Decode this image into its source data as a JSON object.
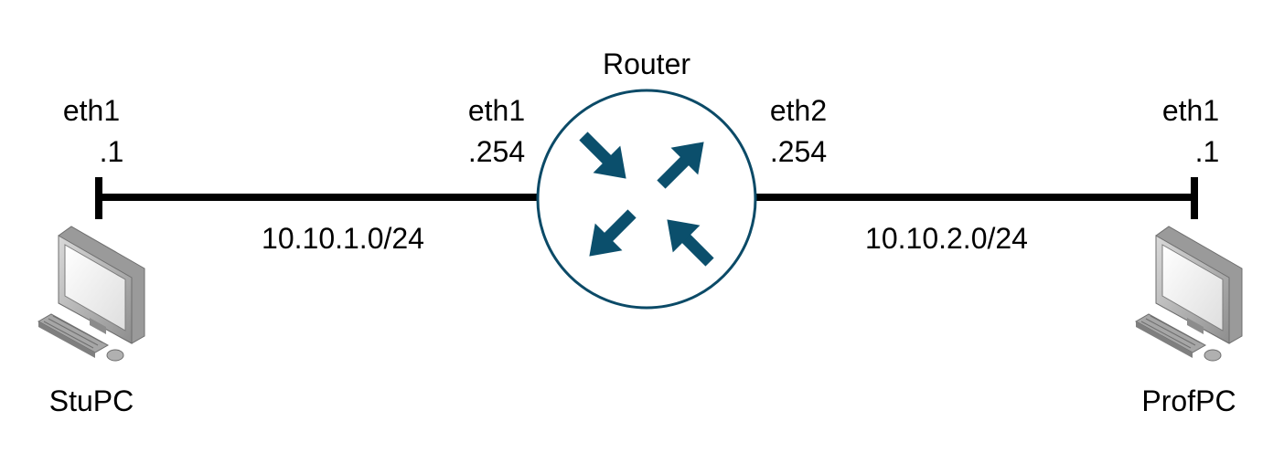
{
  "router": {
    "label": "Router",
    "icon": "router-icon",
    "fill_color": "#ffffff",
    "stroke_color": "#0b4a67",
    "arrow_color": "#0b4f6c"
  },
  "hosts": {
    "stu": {
      "label": "StuPC",
      "icon": "desktop-computer-icon",
      "iface": "eth1",
      "ip": ".1"
    },
    "prof": {
      "label": "ProfPC",
      "icon": "desktop-computer-icon",
      "iface": "eth1",
      "ip": ".1"
    }
  },
  "router_ports": {
    "left": {
      "iface": "eth1",
      "ip": ".254"
    },
    "right": {
      "iface": "eth2",
      "ip": ".254"
    }
  },
  "networks": {
    "left": "10.10.1.0/24",
    "right": "10.10.2.0/24"
  },
  "link_color": "#000000"
}
